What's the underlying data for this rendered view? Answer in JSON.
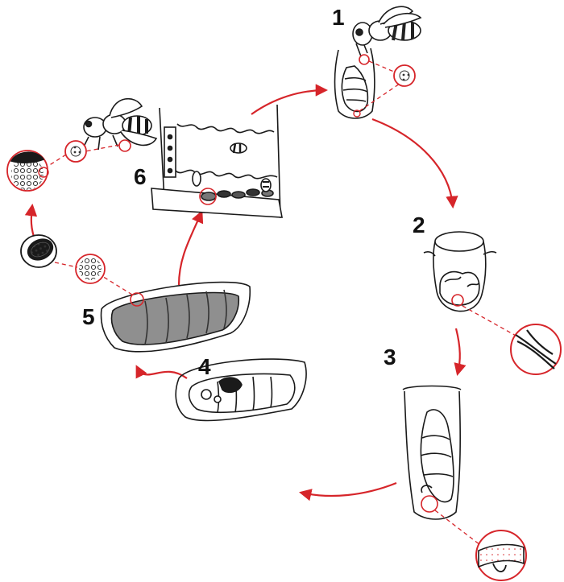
{
  "diagram": {
    "stage_labels": [
      "1",
      "2",
      "3",
      "4",
      "5",
      "6"
    ],
    "accent_color": "#d6252a",
    "ink_color": "#1a1a1a"
  }
}
